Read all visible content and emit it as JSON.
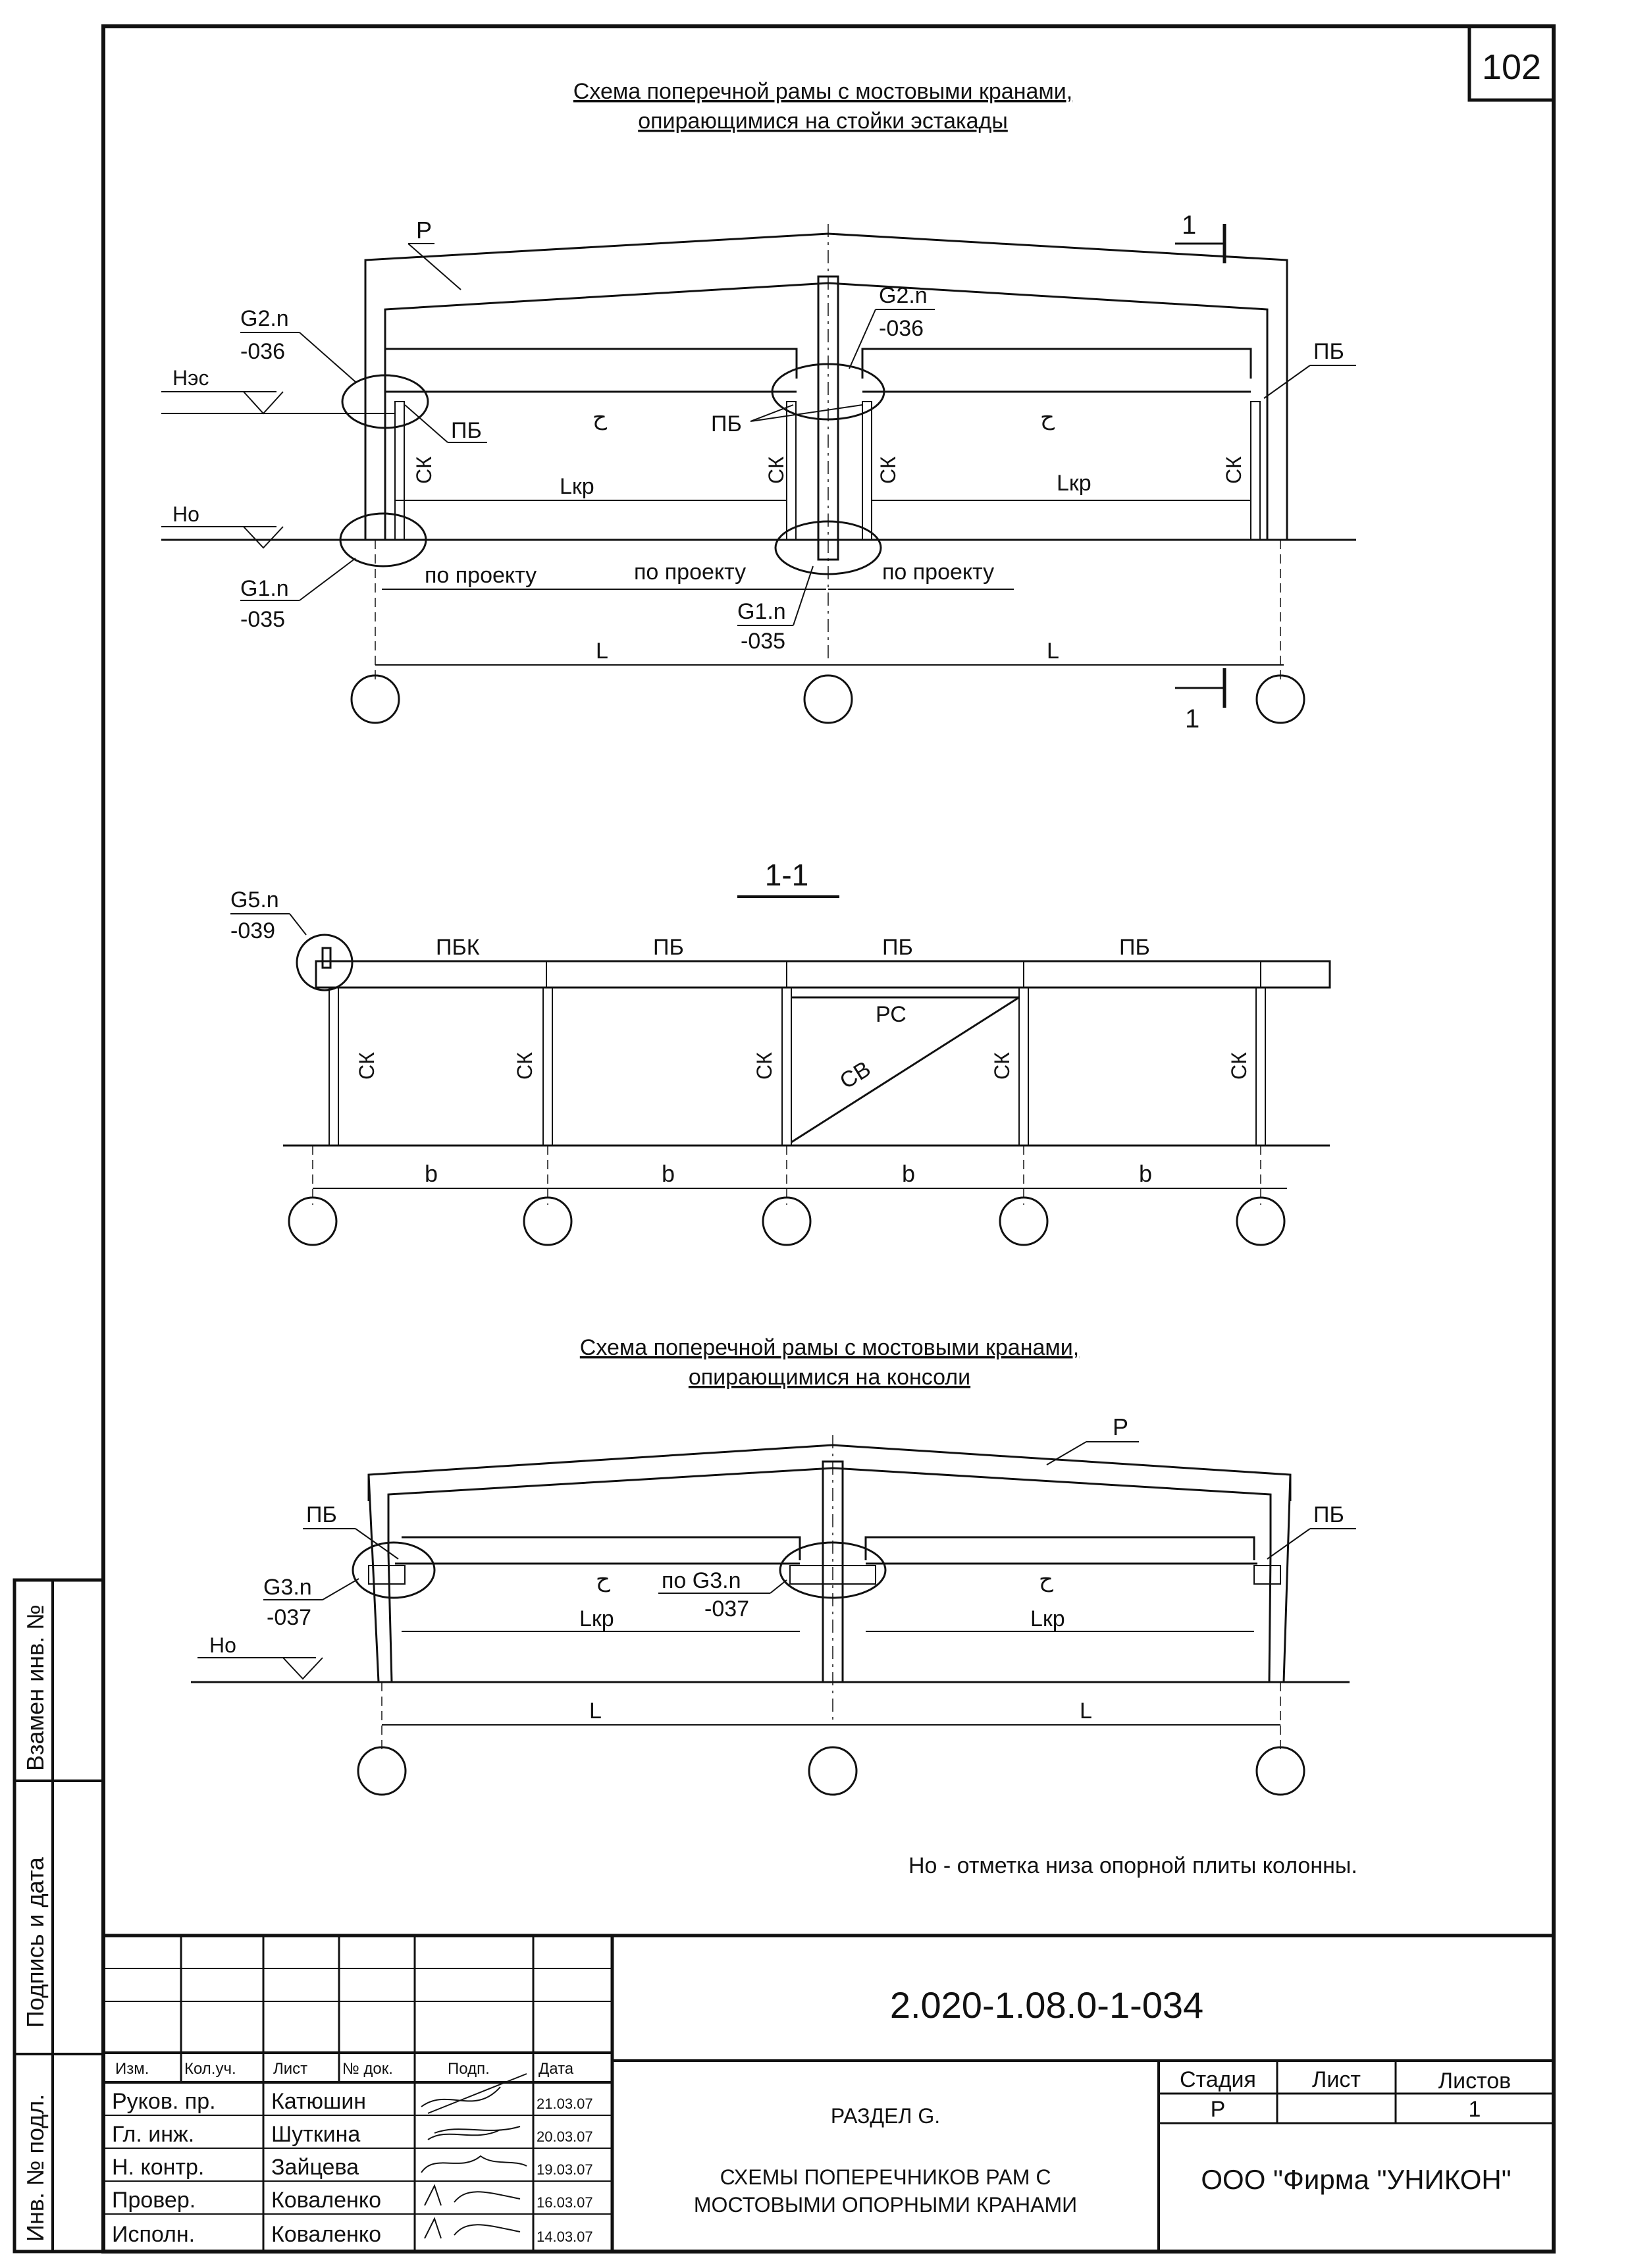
{
  "sheet_number": "102",
  "diagram1": {
    "title_line1": "Схема поперечной рамы с мостовыми кранами,",
    "title_line2": "опирающимися на стойки эстакады",
    "label_P": "Р",
    "label_G2_left": "G2.n",
    "label_036_left": "-036",
    "label_G2_mid": "G2.n",
    "label_036_mid": "-036",
    "label_Hes": "Нэс",
    "label_Ho": "Но",
    "label_PB_right": "ПБ",
    "label_PB_left": "ПБ",
    "label_PB_mid": "ПБ",
    "label_SK_1": "СК",
    "label_SK_2": "СК",
    "label_SK_3": "СК",
    "label_SK_4": "СК",
    "label_Lkr_1": "Lкр",
    "label_Lkr_2": "Lкр",
    "label_G1_left": "G1.n",
    "label_035_left": "-035",
    "label_G1_mid": "G1.n",
    "label_035_mid": "-035",
    "label_po_proektu_1": "по проекту",
    "label_po_proektu_2": "по проекту",
    "label_po_proektu_3": "по проекту",
    "label_L_1": "L",
    "label_L_2": "L",
    "label_section_top": "1",
    "label_section_bottom": "1"
  },
  "section": {
    "title": "1-1",
    "label_G5": "G5.n",
    "label_039": "-039",
    "label_PBK": "ПБК",
    "label_PB_1": "ПБ",
    "label_PB_2": "ПБ",
    "label_PB_3": "ПБ",
    "label_RS": "РС",
    "label_SV": "СВ",
    "label_SK_1": "СК",
    "label_SK_2": "СК",
    "label_SK_3": "СК",
    "label_SK_4": "СК",
    "label_SK_5": "СК",
    "label_b_1": "b",
    "label_b_2": "b",
    "label_b_3": "b",
    "label_b_4": "b"
  },
  "diagram2": {
    "title_line1": "Схема поперечной  рамы с мостовыми кранами,",
    "title_line2": "опирающимися на консоли",
    "label_P": "Р",
    "label_PB_left": "ПБ",
    "label_PB_right": "ПБ",
    "label_G3": "G3.n",
    "label_037": "-037",
    "label_po_G3": "по G3.n",
    "label_037_mid": "-037",
    "label_Lkr_1": "Lкр",
    "label_Lkr_2": "Lкр",
    "label_Ho": "Но",
    "label_L_1": "L",
    "label_L_2": "L"
  },
  "note": "Но - отметка низа опорной плиты колонны.",
  "side_stamp": {
    "vzamen": "Взамен инв. №",
    "podpis": "Подпись и дата",
    "inv": "Инв. № подл."
  },
  "title_block": {
    "code": "2.020-1.08.0-1-034",
    "headers": [
      "Изм.",
      "Кол.уч.",
      "Лист",
      "№ док.",
      "Подп.",
      "Дата"
    ],
    "rows": [
      {
        "role": "Руков. пр.",
        "name": "Катюшин",
        "date": "21.03.07"
      },
      {
        "role": "Гл. инж.",
        "name": "Шуткина",
        "date": "20.03.07"
      },
      {
        "role": "Н. контр.",
        "name": "Зайцева",
        "date": "19.03.07"
      },
      {
        "role": "Провер.",
        "name": "Коваленко",
        "date": "16.03.07"
      },
      {
        "role": "Исполн.",
        "name": "Коваленко",
        "date": "14.03.07"
      }
    ],
    "section_name": "РАЗДЕЛ G.",
    "doc_title_line1": "СХЕМЫ ПОПЕРЕЧНИКОВ РАМ С",
    "doc_title_line2": "МОСТОВЫМИ ОПОРНЫМИ КРАНАМИ",
    "stage_label": "Стадия",
    "sheet_label": "Лист",
    "sheets_label": "Листов",
    "stage_value": "Р",
    "sheet_value": "",
    "sheets_value": "1",
    "company": "ООО  \"Фирма \"УНИКОН\""
  }
}
